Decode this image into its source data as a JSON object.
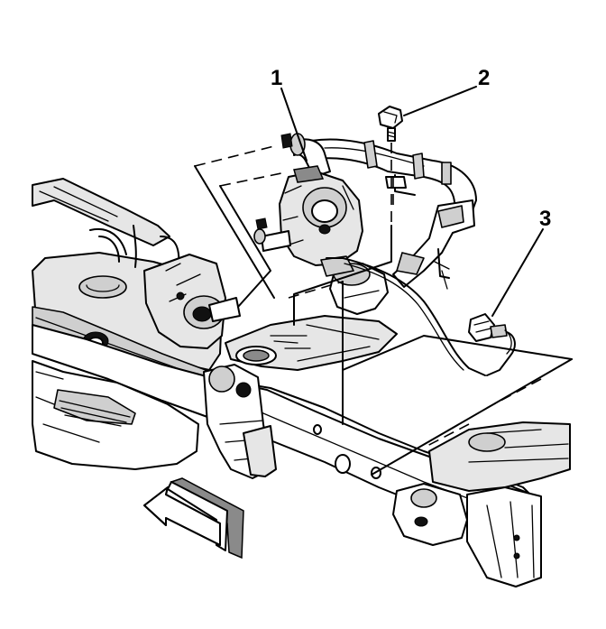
{
  "callouts": [
    {
      "id": "1",
      "label": "1"
    },
    {
      "id": "2",
      "label": "2"
    },
    {
      "id": "3",
      "label": "3"
    }
  ],
  "colors": {
    "line": "#000000",
    "background": "#ffffff",
    "shade_light": "#e6e6e6",
    "shade_mid": "#cfcfcf",
    "shade_dark": "#8a8a8a"
  },
  "icons": {
    "direction_arrow": "front-direction-arrow-icon"
  }
}
